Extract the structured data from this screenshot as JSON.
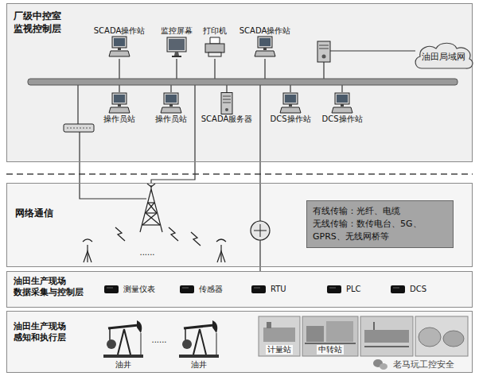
{
  "diagram": {
    "nodes": [
      {
        "text": [
          "厂级中控室 监视控制层"
        ]
      },
      {
        "text": [
          "SCADA操作站"
        ],
        "in": 0
      },
      {
        "text": [
          "监控屏幕"
        ],
        "in": 0
      },
      {
        "text": [
          "打印机"
        ],
        "in": 0
      },
      {
        "text": [
          "SCADA操作站"
        ],
        "in": 0
      },
      {
        "text": [
          "操作员站"
        ],
        "in": 0
      },
      {
        "text": [
          "操作员站"
        ],
        "in": 0
      },
      {
        "text": [
          "SCADA服务器"
        ],
        "in": 0
      },
      {
        "text": [
          "DCS操作站"
        ],
        "in": 0
      },
      {
        "text": [
          "DCS操作站"
        ],
        "in": 0
      },
      {
        "text": [
          "油田局域网"
        ]
      },
      {
        "text": [
          "网络通信"
        ]
      },
      {
        "text": [
          "有线传输：光纤、电缆",
          "无线传输：数传电台、5G、GPRS、无线网桥等"
        ],
        "in": 11
      },
      {
        "text": [
          "油田生产现场 数据采集与控制层"
        ]
      },
      {
        "text": [
          "测量仪表"
        ],
        "in": 13
      },
      {
        "text": [
          "传感器"
        ],
        "in": 13
      },
      {
        "text": [
          "RTU"
        ],
        "in": 13
      },
      {
        "text": [
          "PLC"
        ],
        "in": 13
      },
      {
        "text": [
          "DCS"
        ],
        "in": 13
      },
      {
        "text": [
          "油田生产现场 感知和执行层"
        ]
      }
    ],
    "labels": [
      "......",
      "......",
      "油井",
      "油井",
      "计量站",
      "中转站",
      "老马玩工控安全"
    ]
  }
}
